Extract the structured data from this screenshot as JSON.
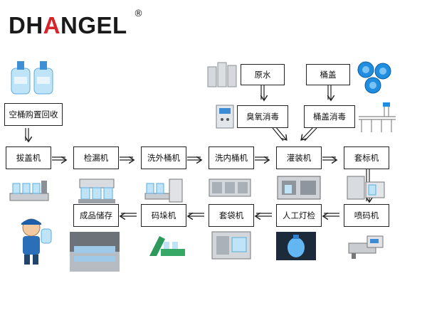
{
  "logo": {
    "text_left": "DH",
    "text_accent": "A",
    "text_right": "NGEL",
    "registered": "®",
    "colors": {
      "main": "#1a1a1a",
      "accent": "#d6252a"
    }
  },
  "inputs": {
    "raw_water": "原水",
    "bucket_cap": "桶盖"
  },
  "steps": {
    "empty_bucket": "空桶购置回收",
    "ozone": "臭氧消毒",
    "cap_disinfect": "桶盖消毒",
    "decapper": "拔盖机",
    "leak_tester": "检漏机",
    "outer_washer": "洗外桶机",
    "inner_washer": "洗内桶机",
    "filler": "灌装机",
    "labeler": "套标机",
    "coder": "喷码机",
    "lamp_inspection": "人工灯检",
    "bagger": "套袋机",
    "stacker": "码垛机",
    "storage": "成品储存"
  },
  "icons": {
    "bottles": "water-bottles-icon",
    "tanks": "water-tanks-icon",
    "caps": "blue-caps-icon",
    "ozone_gen": "ozone-generator-icon",
    "cap_line": "cap-conveyor-icon",
    "worker": "worker-mascot-icon"
  }
}
